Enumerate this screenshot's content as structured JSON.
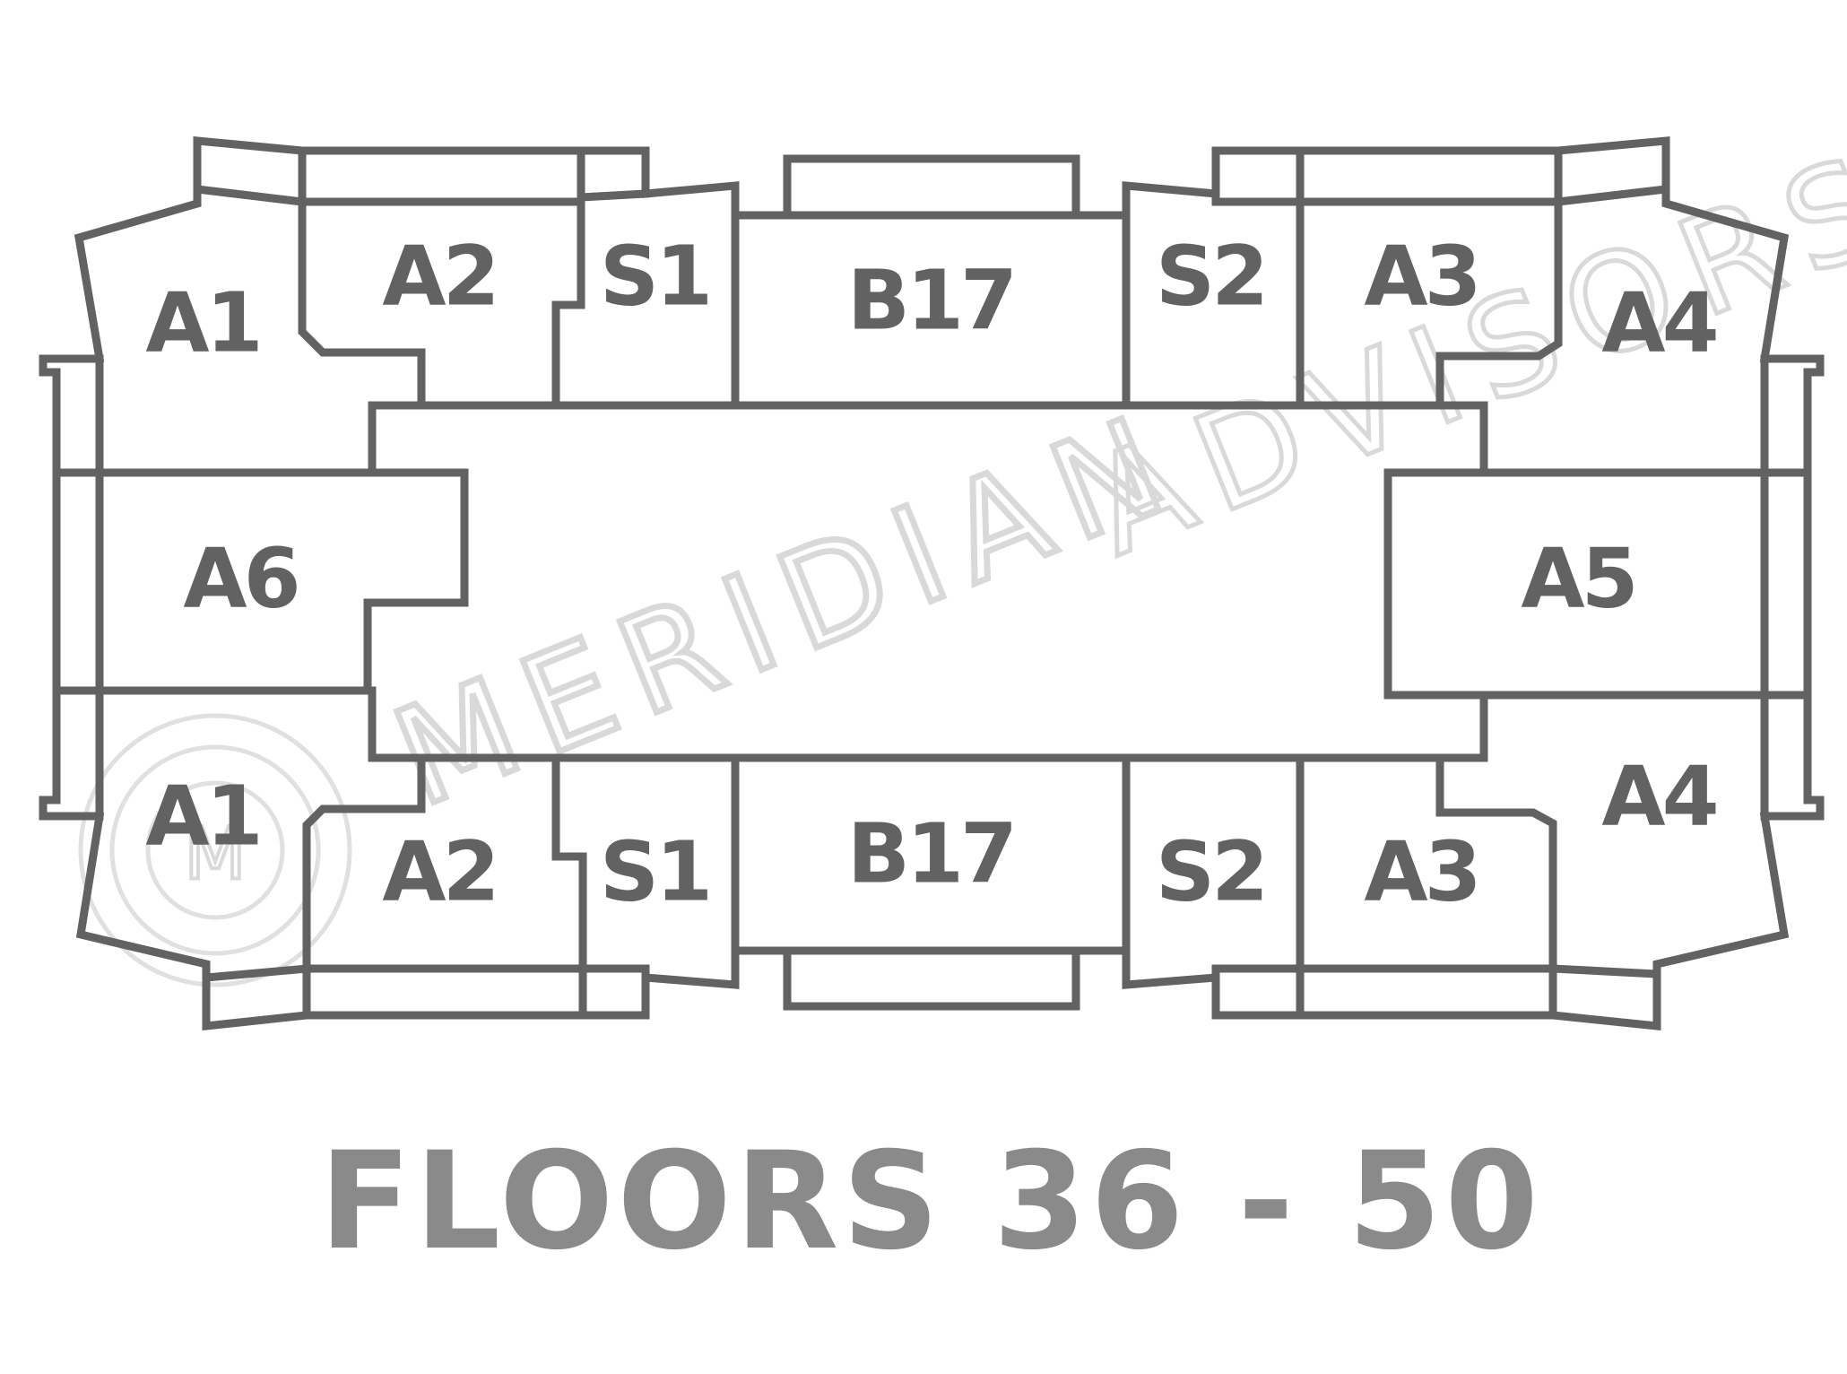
{
  "title": "FLOORS 36 - 50",
  "units": {
    "a1_top": "A1",
    "a2_top": "A2",
    "s1_top": "S1",
    "b17_top": "B17",
    "s2_top": "S2",
    "a3_top": "A3",
    "a4_top": "A4",
    "a6": "A6",
    "a5": "A5",
    "a1_bottom": "A1",
    "a2_bottom": "A2",
    "s1_bottom": "S1",
    "b17_bottom": "B17",
    "s2_bottom": "S2",
    "a3_bottom": "A3",
    "a4_bottom": "A4"
  },
  "watermark": {
    "brand_bold": "MERIDIAN",
    "brand_light": "ADVISORS",
    "logo_letter": "M"
  },
  "colors": {
    "walls": "#626262",
    "title": "#8a8a8a",
    "watermark": "#d9d9d9"
  }
}
